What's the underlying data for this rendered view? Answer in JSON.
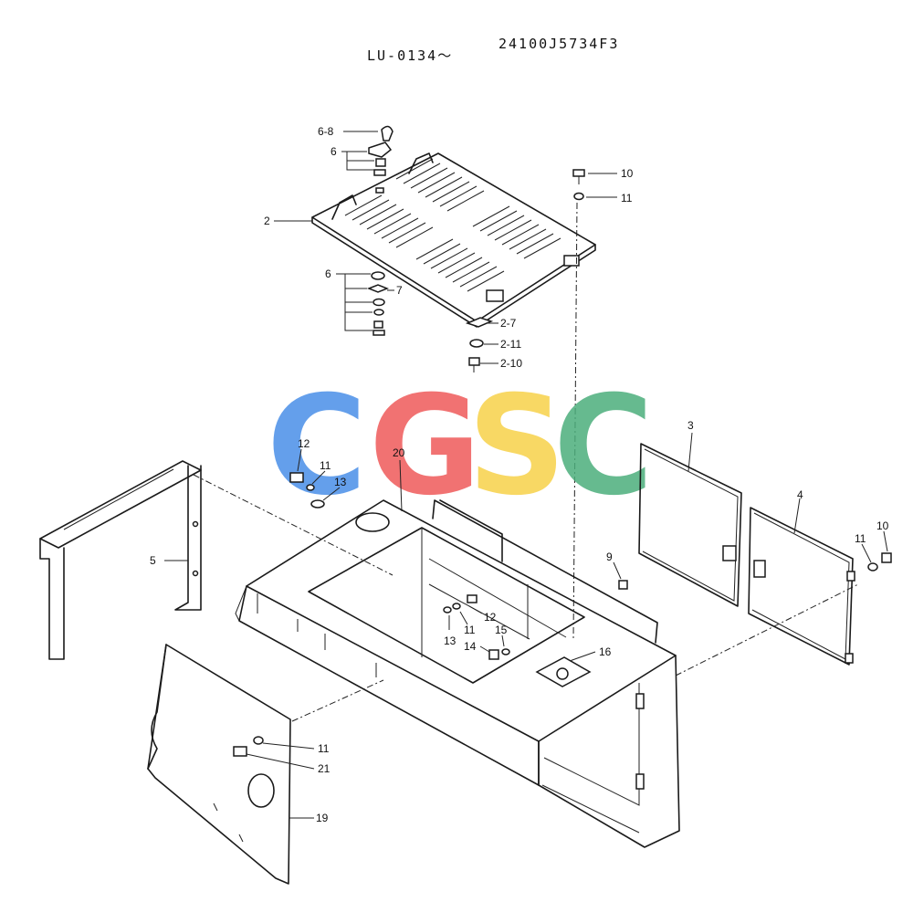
{
  "header": {
    "range_text": "LU-0134～",
    "part_number": "24100J5734F3"
  },
  "watermark": {
    "letters": [
      "C",
      "G",
      "S",
      "C"
    ],
    "colors": [
      "#4a8fe8",
      "#ef5a5a",
      "#f7d24a",
      "#4cae7c"
    ]
  },
  "callouts": {
    "c6_8": "6-8",
    "c6_top": "6",
    "c2": "2",
    "c10_top": "10",
    "c11_top": "11",
    "c6_mid": "6",
    "c7": "7",
    "c2_7": "2-7",
    "c2_11": "2-11",
    "c2_10": "2-10",
    "c3": "3",
    "c4": "4",
    "c10_right": "10",
    "c11_right": "11",
    "c12_left": "12",
    "c11_left": "11",
    "c13_left": "13",
    "c20": "20",
    "c5": "5",
    "c9": "9",
    "c12_mid": "12",
    "c11_mid": "11",
    "c13_mid": "13",
    "c15": "15",
    "c14": "14",
    "c16": "16",
    "c11_bottom": "11",
    "c21": "21",
    "c19": "19"
  }
}
